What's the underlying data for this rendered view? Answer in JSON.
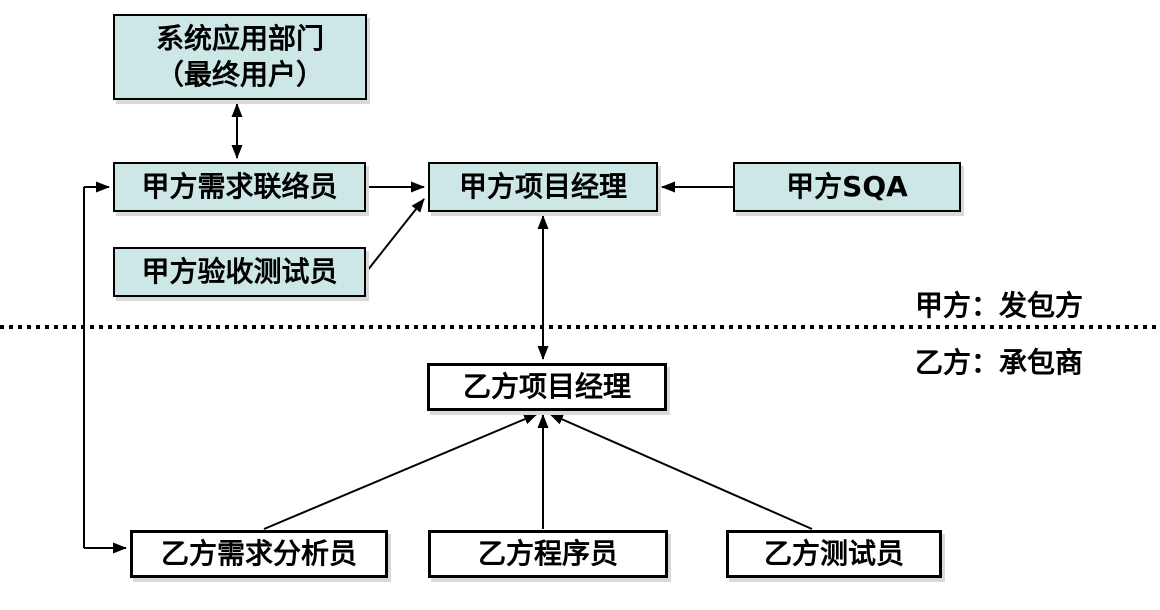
{
  "diagram": {
    "nodes": {
      "end_users_line1": "系统应用部门",
      "end_users_line2": "（最终用户）",
      "liaison": "甲方需求联络员",
      "acceptance_tester": "甲方验收测试员",
      "pm_party_a": "甲方项目经理",
      "sqa": "甲方SQA",
      "pm_party_b": "乙方项目经理",
      "requirements_analyst": "乙方需求分析员",
      "programmer": "乙方程序员",
      "tester": "乙方测试员"
    },
    "divider": {
      "party_a_label": "甲方：发包方",
      "party_b_label": "乙方：承包商"
    },
    "colors": {
      "party_a_fill": "#cde7e7",
      "party_b_fill": "#ffffff",
      "line_color": "#000000",
      "shadow": "#d9d9d9"
    }
  }
}
